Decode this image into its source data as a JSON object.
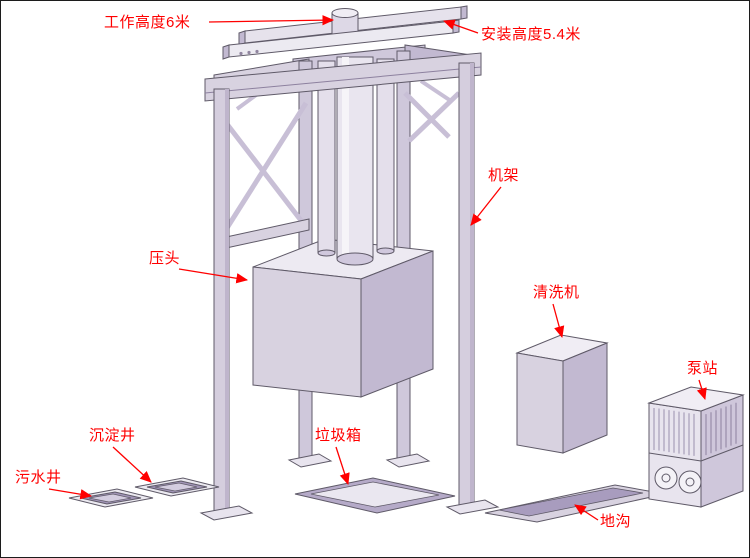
{
  "page": {
    "background": "#ffffff",
    "border_color": "#1c1c1c"
  },
  "diagram": {
    "annotation_color": "#ff0000",
    "machine_colors": {
      "face_light": "#f0edf4",
      "face_mid": "#d8d2e0",
      "face_dark": "#c2b9d1",
      "pit_dark": "#a89cbe",
      "outline": "#5f5a68"
    },
    "labels": [
      {
        "id": "work-height",
        "text": "工作高度6米",
        "target": "press-ram-top-cap"
      },
      {
        "id": "install-height",
        "text": "安装高度5.4米",
        "target": "top-rail"
      },
      {
        "id": "frame",
        "text": "机架",
        "target": "right-front-leg"
      },
      {
        "id": "press-head",
        "text": "压头",
        "target": "press-head-box"
      },
      {
        "id": "washing-machine",
        "text": "清洗机",
        "target": "washing-machine-box"
      },
      {
        "id": "pump-station",
        "text": "泵站",
        "target": "pump-station-unit"
      },
      {
        "id": "settling-well",
        "text": "沉淀井",
        "target": "settling-well-pit"
      },
      {
        "id": "sewage-well",
        "text": "污水井",
        "target": "sewage-well-pit"
      },
      {
        "id": "garbage-bin",
        "text": "垃圾箱",
        "target": "garbage-bin-pit"
      },
      {
        "id": "trench",
        "text": "地沟",
        "target": "floor-trench"
      }
    ]
  }
}
